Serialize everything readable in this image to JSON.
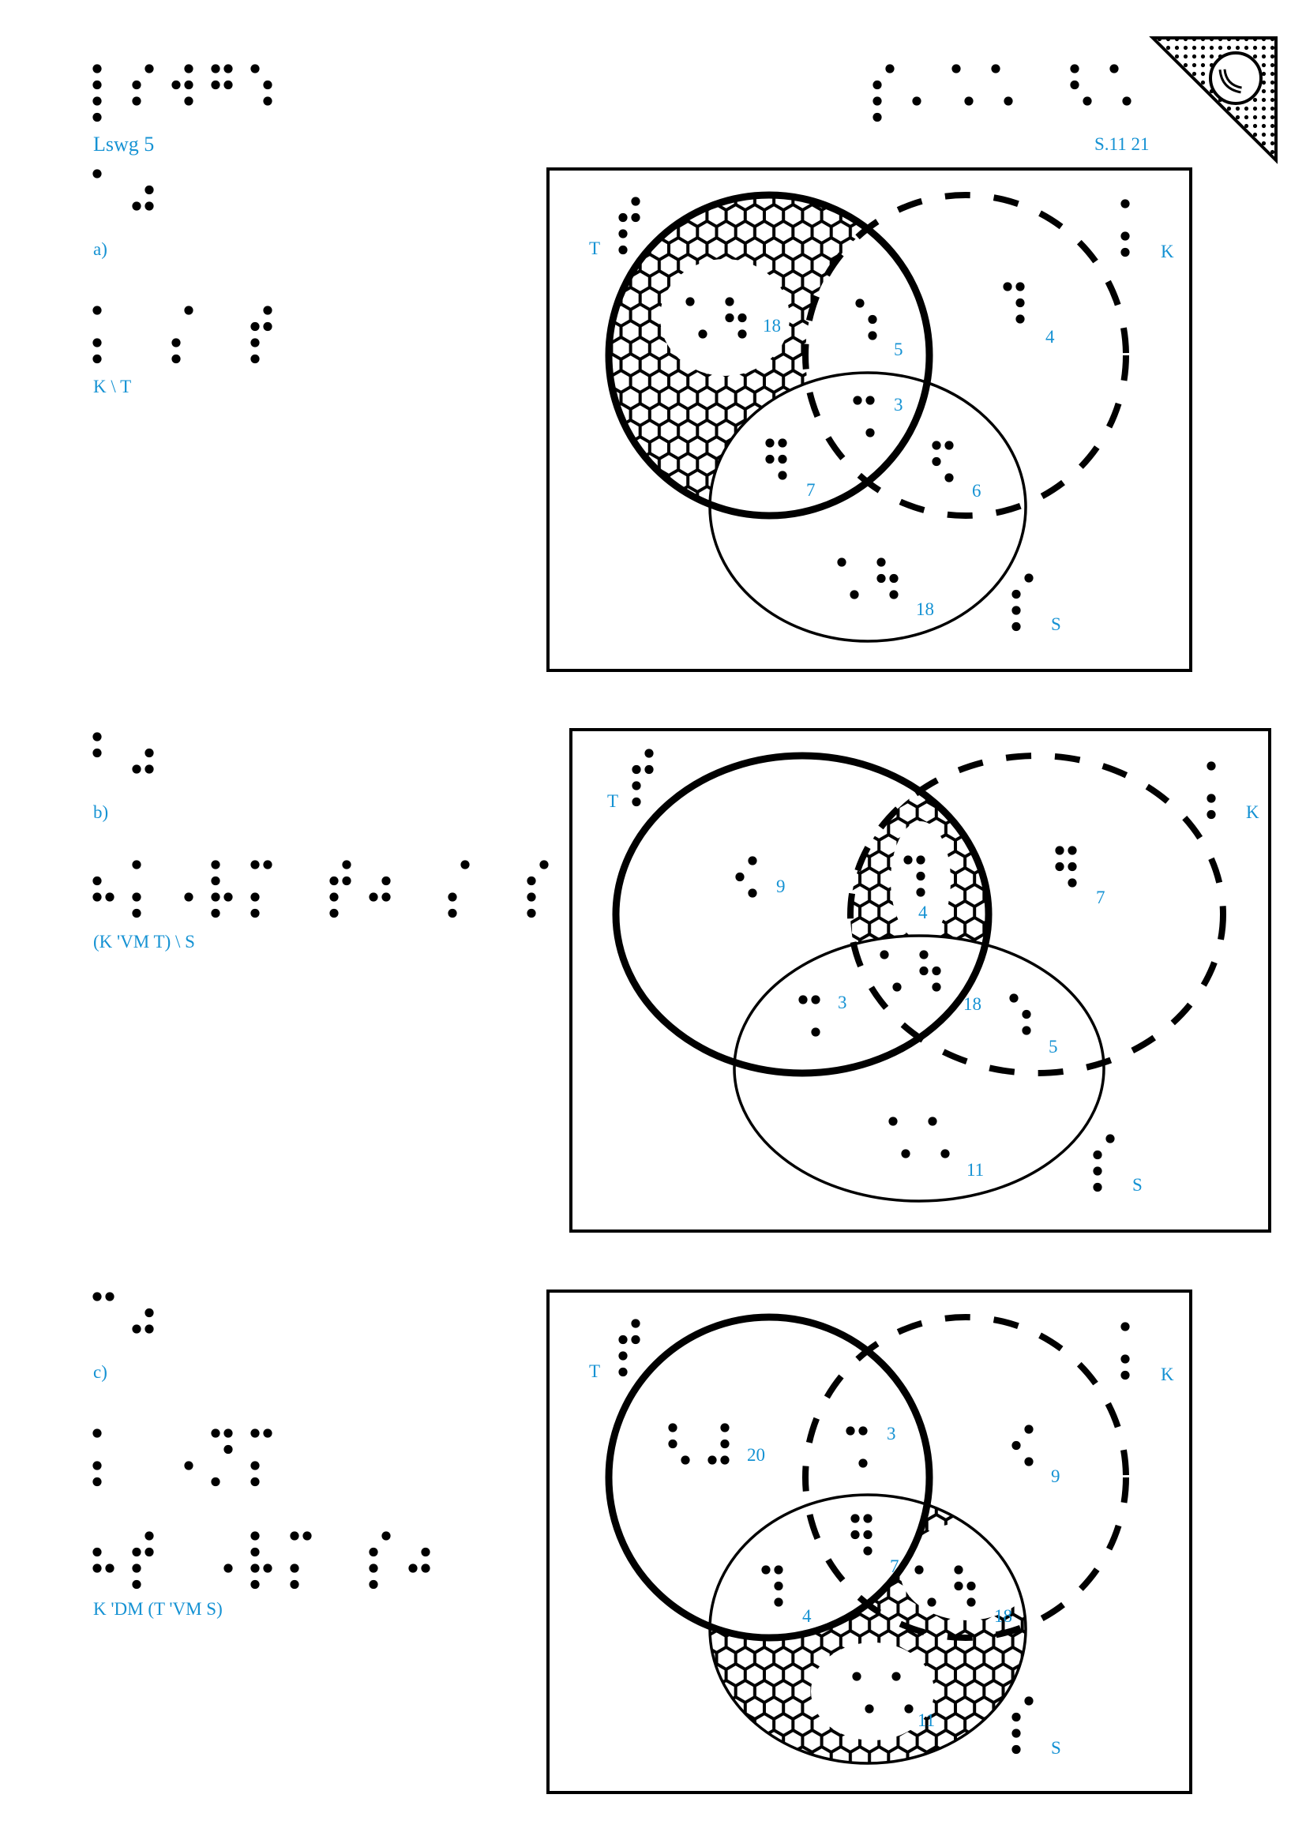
{
  "header": {
    "title_braille": "⡇⠎⠺⠛⠱",
    "title": "Lswg 5",
    "page_braille": "⡎⠄⠡⠡ ⠣⠡",
    "page": "S.11 21",
    "logo_icon": "tactile-corner-mark-icon"
  },
  "colors": {
    "ink": "#1592d3",
    "braille": "#000000"
  },
  "parts": [
    {
      "label_braille": "⠁⠴",
      "label": "a)",
      "expr_braille": [
        "⡅ ⡌ ⡞"
      ],
      "expr": "K \\ T",
      "diagram": {
        "sets": {
          "T": {
            "label": "T",
            "braille": "⡞"
          },
          "K": {
            "label": "K",
            "braille": "⡅"
          },
          "S": {
            "label": "S",
            "braille": "⡎"
          }
        },
        "regions": [
          {
            "value": "18",
            "braille": "⠡⠳"
          },
          {
            "value": "5",
            "braille": "⠱"
          },
          {
            "value": "4",
            "braille": "⠹"
          },
          {
            "value": "3",
            "braille": "⠩"
          },
          {
            "value": "7",
            "braille": "⠻"
          },
          {
            "value": "6",
            "braille": "⠫"
          },
          {
            "value": "18",
            "braille": "⠡⠳"
          }
        ]
      }
    },
    {
      "label_braille": "⠃⠴",
      "label": "b)",
      "expr_braille": [
        "⠦⡅⠠⡧⡍ ⡞⠴ ⡌ ⡎"
      ],
      "expr": "(K 'VM T) \\ S",
      "diagram": {
        "sets": {
          "T": {
            "label": "T",
            "braille": "⡞"
          },
          "K": {
            "label": "K",
            "braille": "⡅"
          },
          "S": {
            "label": "S",
            "braille": "⡎"
          }
        },
        "regions": [
          {
            "value": "9",
            "braille": "⠪"
          },
          {
            "value": "4",
            "braille": "⠹"
          },
          {
            "value": "7",
            "braille": "⠻"
          },
          {
            "value": "3",
            "braille": "⠩"
          },
          {
            "value": "18",
            "braille": "⠡⠳"
          },
          {
            "value": "5",
            "braille": "⠱"
          },
          {
            "value": "11",
            "braille": "⠡⠡"
          }
        ]
      }
    },
    {
      "label_braille": "⠉⠴",
      "label": "c)",
      "expr_braille": [
        "⡅ ⠠⡙⡍",
        "⠦⡞ ⠠⡧⡍ ⡎⠴"
      ],
      "expr": "K 'DM (T 'VM S)",
      "diagram": {
        "sets": {
          "T": {
            "label": "T",
            "braille": "⡞"
          },
          "K": {
            "label": "K",
            "braille": "⡅"
          },
          "S": {
            "label": "S",
            "braille": "⡎"
          }
        },
        "regions": [
          {
            "value": "20",
            "braille": "⠣⠼"
          },
          {
            "value": "3",
            "braille": "⠩"
          },
          {
            "value": "9",
            "braille": "⠪"
          },
          {
            "value": "7",
            "braille": "⠻"
          },
          {
            "value": "4",
            "braille": "⠹"
          },
          {
            "value": "18",
            "braille": "⠡⠳"
          },
          {
            "value": "11",
            "braille": "⠡⠡"
          }
        ]
      }
    }
  ]
}
